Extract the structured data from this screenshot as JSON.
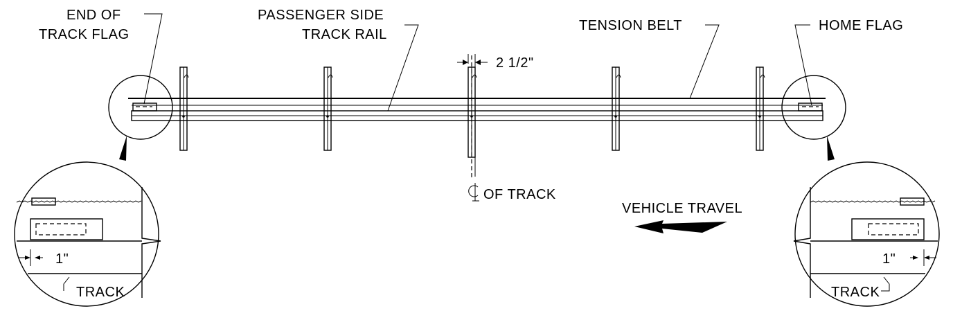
{
  "labels": {
    "end_of_track_flag_line1": "END OF",
    "end_of_track_flag_line2": "TRACK FLAG",
    "passenger_side_line1": "PASSENGER SIDE",
    "passenger_side_line2": "TRACK RAIL",
    "tension_belt": "TENSION BELT",
    "home_flag": "HOME FLAG",
    "dimension": "2 1/2\"",
    "cl_of_track": "OF TRACK",
    "vehicle_travel": "VEHICLE TRAVEL",
    "left_detail_dim": "1\"",
    "left_detail_track": "TRACK",
    "right_detail_dim": "1\"",
    "right_detail_track": "TRACK"
  }
}
